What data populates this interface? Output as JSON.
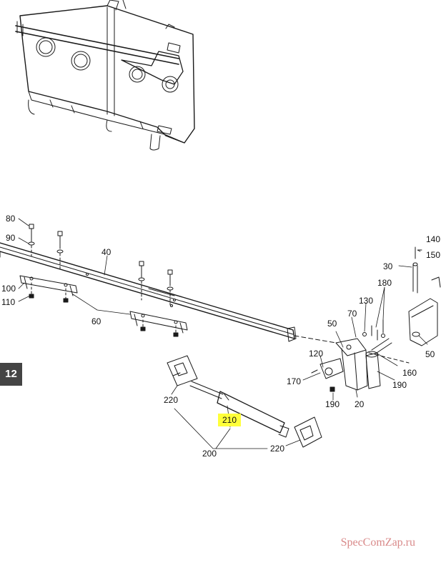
{
  "side_tab": "12",
  "watermark": "SpecComZap.ru",
  "highlight_color": "#ffff3a",
  "callouts": {
    "c80": "80",
    "c90": "90",
    "c40": "40",
    "c100": "100",
    "c110": "110",
    "c60": "60",
    "c140": "140",
    "c150": "150",
    "c30": "30",
    "c180": "180",
    "c130": "130",
    "c70": "70",
    "c50a": "50",
    "c50b": "50",
    "c120": "120",
    "c170": "170",
    "c190a": "190",
    "c20": "20",
    "c160": "160",
    "c190b": "190",
    "c220a": "220",
    "c210": "210",
    "c200": "200",
    "c220b": "220"
  }
}
